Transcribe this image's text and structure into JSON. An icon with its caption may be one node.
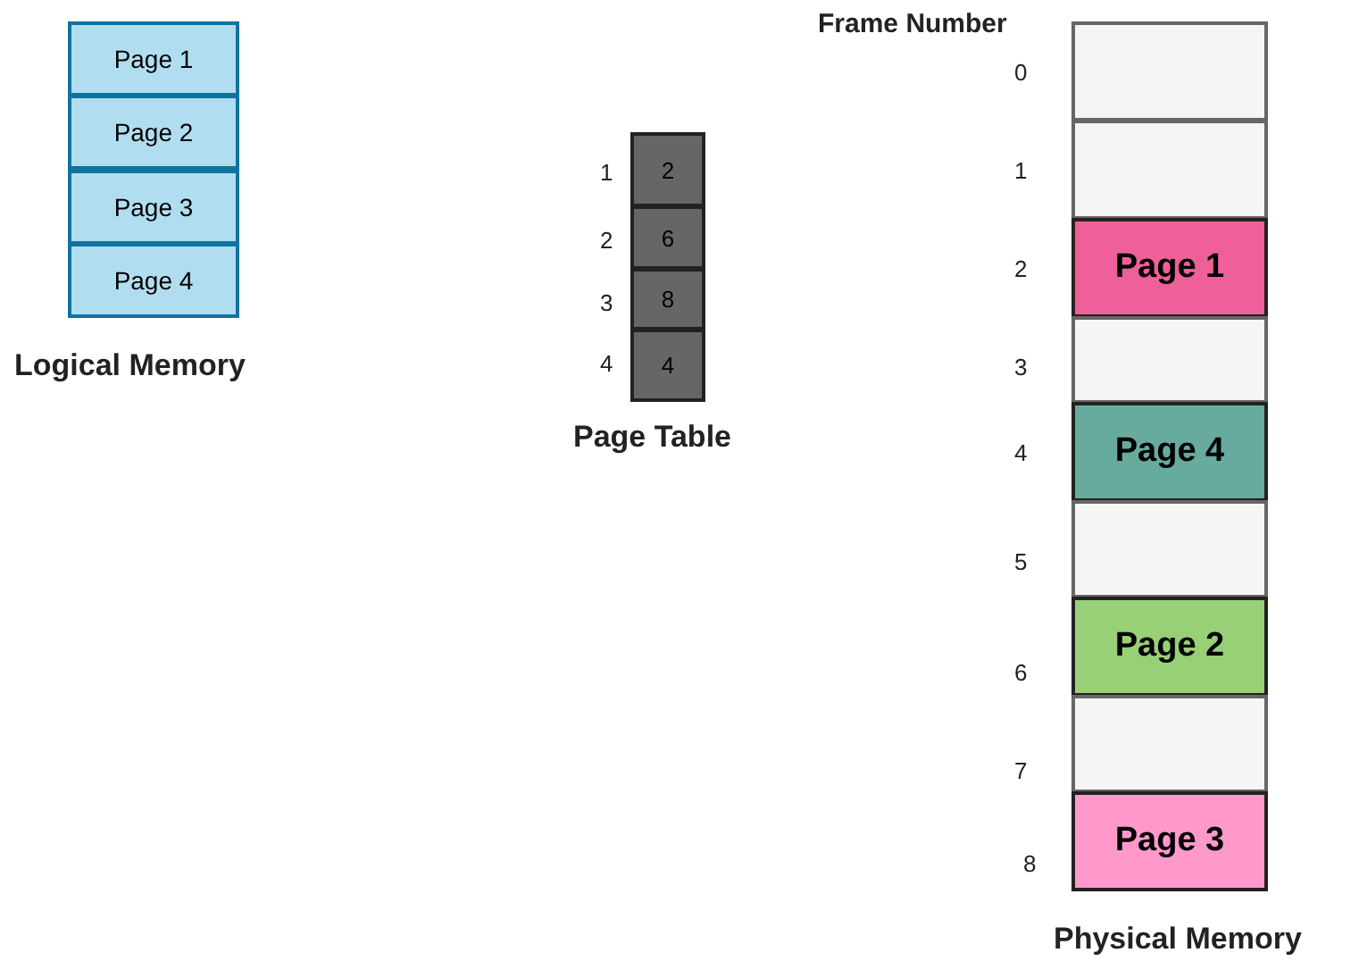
{
  "diagram": {
    "nodes": [
      {
        "text": [
          "Page 1"
        ]
      },
      {
        "text": [
          "Page 2"
        ]
      },
      {
        "text": [
          "Page 3"
        ]
      },
      {
        "text": [
          "Page 4"
        ]
      },
      {
        "text": [
          "2"
        ],
        "beside": [
          "1"
        ]
      },
      {
        "text": [
          "6"
        ],
        "beside": [
          "2"
        ]
      },
      {
        "text": [
          "8"
        ],
        "beside": [
          "3"
        ]
      },
      {
        "text": [
          "4"
        ],
        "beside": [
          "4"
        ]
      },
      {
        "text": [],
        "shape": "box",
        "beside": [
          "0"
        ]
      },
      {
        "text": [],
        "shape": "box",
        "beside": [
          "1"
        ]
      },
      {
        "text": [
          "Page 1"
        ],
        "beside": [
          "2"
        ]
      },
      {
        "text": [],
        "shape": "box",
        "beside": [
          "3"
        ]
      },
      {
        "text": [
          "Page 4"
        ],
        "beside": [
          "4"
        ]
      },
      {
        "text": [],
        "shape": "box",
        "beside": [
          "5"
        ]
      },
      {
        "text": [
          "Page 2"
        ],
        "beside": [
          "6"
        ]
      },
      {
        "text": [],
        "shape": "box",
        "beside": [
          "7"
        ]
      },
      {
        "text": [
          "Page 3"
        ],
        "beside": [
          "8"
        ]
      }
    ],
    "labels": [
      "Frame Number",
      "Logical Memory",
      "Page Table",
      "Physical Memory"
    ]
  }
}
